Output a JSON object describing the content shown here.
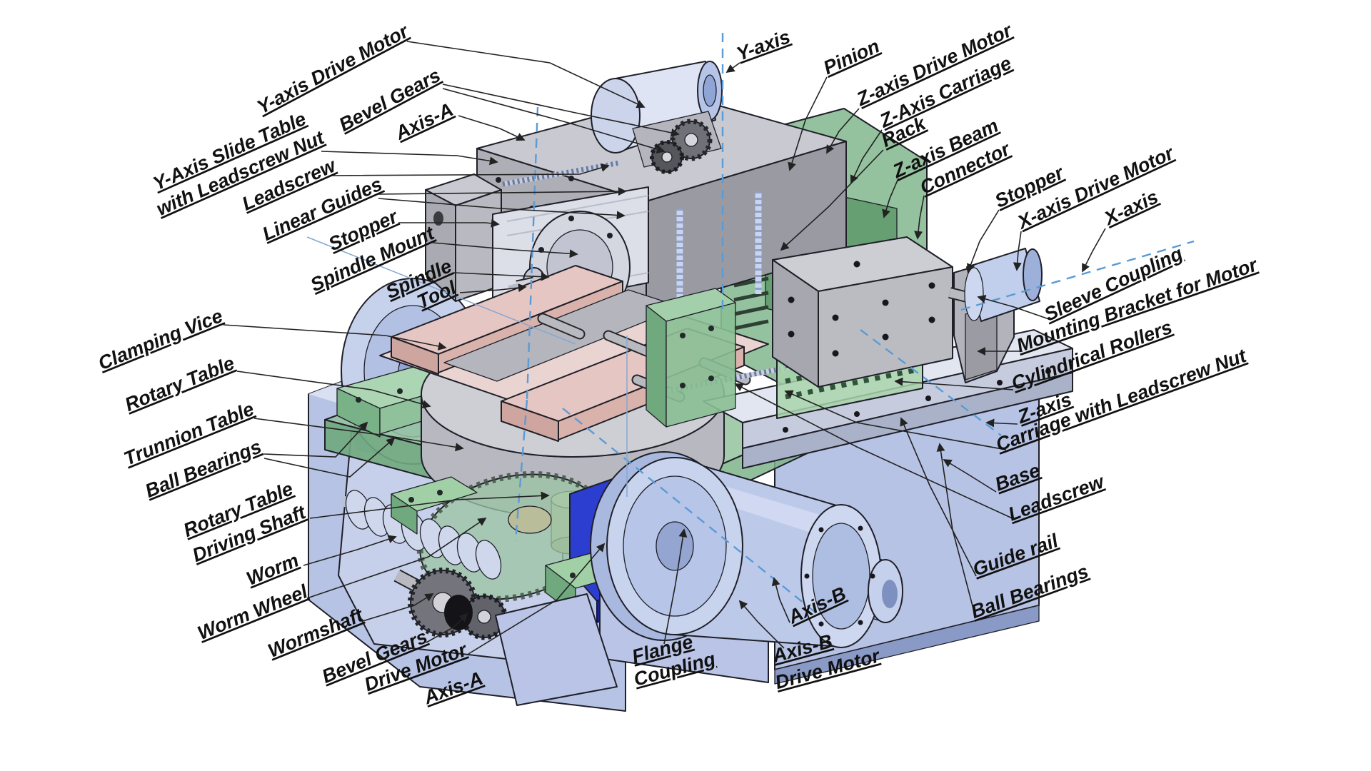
{
  "figure": {
    "type": "annotated-cad-exploded-view",
    "subject": "Multi-axis (X/Y/Z, Axis-A, Axis-B) desktop CNC milling machine cutaway diagram with part callouts",
    "colors": {
      "background": "#ffffff",
      "base_blue": "#b7c3e4",
      "base_blue_light": "#d9e0f2",
      "table_green": "#93c29e",
      "metal_gray": "#c9cad1",
      "vice_pink": "#ead4d1",
      "motor_blue": "#c3d0ec",
      "accent_dark_blue": "#2b3ed0",
      "axis_line_blue": "#5b9bd5",
      "label_color": "#111111",
      "leader_color": "#222222"
    },
    "labels": {
      "y_axis_drive_motor": "Y-axis Drive Motor",
      "bevel_gears_top": "Bevel Gears",
      "axis_a_top": "Axis-A",
      "y_slide_table_1": "Y-Axis Slide Table",
      "y_slide_table_2": "with Leadscrew Nut",
      "leadscrew_y": "Leadscrew",
      "linear_guides": "Linear Guides",
      "stopper_left": "Stopper",
      "spindle_mount": "Spindle Mount",
      "spindle": "Spindle",
      "tool": "Tool",
      "clamping_vice": "Clamping Vice",
      "rotary_table": "Rotary Table",
      "trunnion_table": "Trunnion Table",
      "ball_bearings_left": "Ball Bearings",
      "rotary_shaft_1": "Rotary Table",
      "rotary_shaft_2": "Driving Shaft",
      "worm": "Worm",
      "worm_wheel": "Worm Wheel",
      "wormshaft": "Wormshaft",
      "bevel_gears_bottom": "Bevel Gears",
      "drive_motor_a_1": "Drive Motor",
      "drive_motor_a_2": "Axis-A",
      "y_axis": "Y-axis",
      "pinion": "Pinion",
      "z_axis_drive_motor": "Z-axis Drive Motor",
      "z_axis_carriage": "Z-Axis Carriage",
      "rack": "Rack",
      "z_axis_beam": "Z-axis Beam",
      "connector": "Connector",
      "stopper_right": "Stopper",
      "x_axis_drive_motor": "X-axis Drive Motor",
      "x_axis": "X-axis",
      "sleeve_coupling": "Sleeve Coupling",
      "mounting_bracket_for_motor": "Mounting Bracket for Motor",
      "cylindrical_rollers": "Cylindrical Rollers",
      "z_axis_side": "Z-axis",
      "carriage_with_leadscrew_nut": "Carriage with Leadscrew Nut",
      "base": "Base",
      "leadscrew_x": "Leadscrew",
      "guide_rail": "Guide rail",
      "ball_bearings_right": "Ball Bearings",
      "flange_coupling_1": "Flange",
      "flange_coupling_2": "Coupling",
      "axis_b": "Axis-B",
      "axis_b_drive_motor_1": "Axis-B",
      "axis_b_drive_motor_2": "Drive Motor"
    }
  }
}
